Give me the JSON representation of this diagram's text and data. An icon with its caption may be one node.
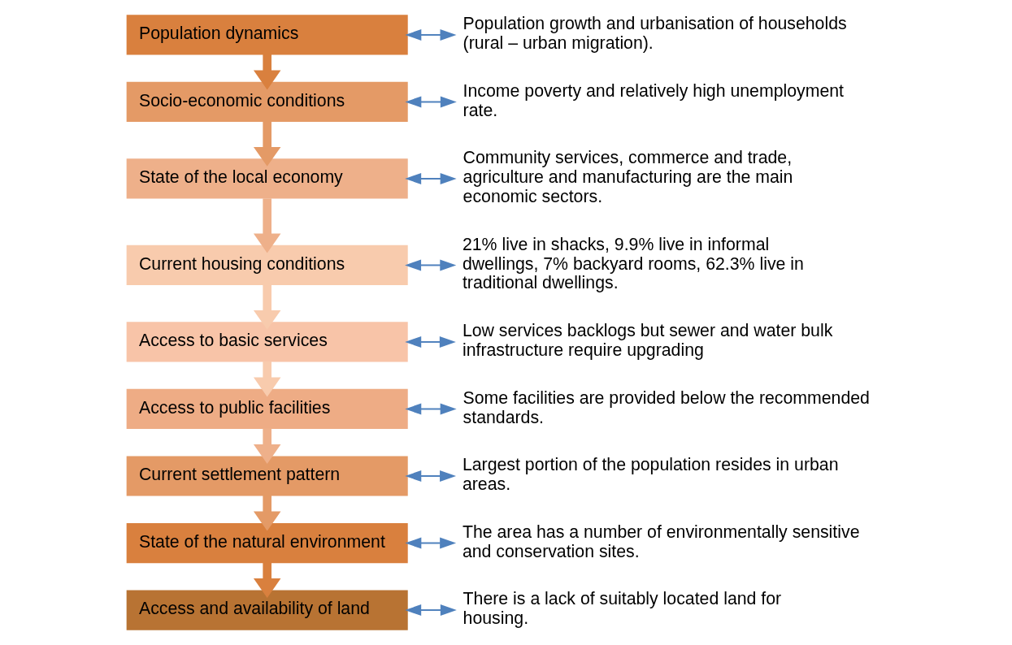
{
  "diagram": {
    "nodes": [
      {
        "text": [
          "Population dynamics"
        ]
      },
      {
        "text": [
          "Socio-economic conditions"
        ]
      },
      {
        "text": [
          "State of the local economy"
        ]
      },
      {
        "text": [
          "Current housing conditions"
        ]
      },
      {
        "text": [
          "Access to basic services"
        ]
      },
      {
        "text": [
          "Access to public facilities"
        ]
      },
      {
        "text": [
          "Current settlement pattern"
        ]
      },
      {
        "text": [
          "State of the natural environment"
        ]
      },
      {
        "text": [
          "Access and availability of land"
        ]
      },
      {
        "text": [
          "Population growth and urbanisation of households (rural – urban migration)."
        ]
      },
      {
        "text": [
          "Income poverty and relatively high unemployment rate."
        ]
      },
      {
        "text": [
          "Community services, commerce and trade, agriculture and manufacturing are the main economic sectors."
        ]
      },
      {
        "text": [
          "21% live in shacks, 9.9% live in informal dwellings, 7% backyard rooms, 62.3% live in traditional dwellings."
        ]
      },
      {
        "text": [
          "Low services backlogs but sewer and water bulk infrastructure require upgrading"
        ]
      },
      {
        "text": [
          "Some facilities are provided below the recommended standards."
        ]
      },
      {
        "text": [
          "Largest portion of the population resides in urban areas."
        ]
      },
      {
        "text": [
          "The area has a number of environmentally sensitive and conservation sites."
        ]
      },
      {
        "text": [
          "There is a lack of suitably located land for housing."
        ]
      }
    ],
    "edges": [
      {
        "from": 0,
        "to": 1,
        "arrow": "to",
        "style": "thick",
        "color": "#d9803e"
      },
      {
        "from": 1,
        "to": 2,
        "arrow": "to",
        "style": "thick",
        "color": "#e49a66"
      },
      {
        "from": 2,
        "to": 3,
        "arrow": "to",
        "style": "thick",
        "color": "#eeb08a"
      },
      {
        "from": 3,
        "to": 4,
        "arrow": "to",
        "style": "thick",
        "color": "#f8cbad"
      },
      {
        "from": 4,
        "to": 5,
        "arrow": "to",
        "style": "thick",
        "color": "#f8cbad"
      },
      {
        "from": 5,
        "to": 6,
        "arrow": "to",
        "style": "thick",
        "color": "#eeb08a"
      },
      {
        "from": 6,
        "to": 7,
        "arrow": "to",
        "style": "thick",
        "color": "#e49a66"
      },
      {
        "from": 7,
        "to": 8,
        "arrow": "to",
        "style": "thick",
        "color": "#d9803e"
      },
      {
        "from": 0,
        "to": 9,
        "arrow": "both"
      },
      {
        "from": 1,
        "to": 10,
        "arrow": "both"
      },
      {
        "from": 2,
        "to": 11,
        "arrow": "both"
      },
      {
        "from": 3,
        "to": 12,
        "arrow": "both"
      },
      {
        "from": 4,
        "to": 13,
        "arrow": "both"
      },
      {
        "from": 5,
        "to": 14,
        "arrow": "both"
      },
      {
        "from": 6,
        "to": 15,
        "arrow": "both"
      },
      {
        "from": 7,
        "to": 16,
        "arrow": "both"
      },
      {
        "from": 8,
        "to": 17,
        "arrow": "both"
      }
    ]
  }
}
